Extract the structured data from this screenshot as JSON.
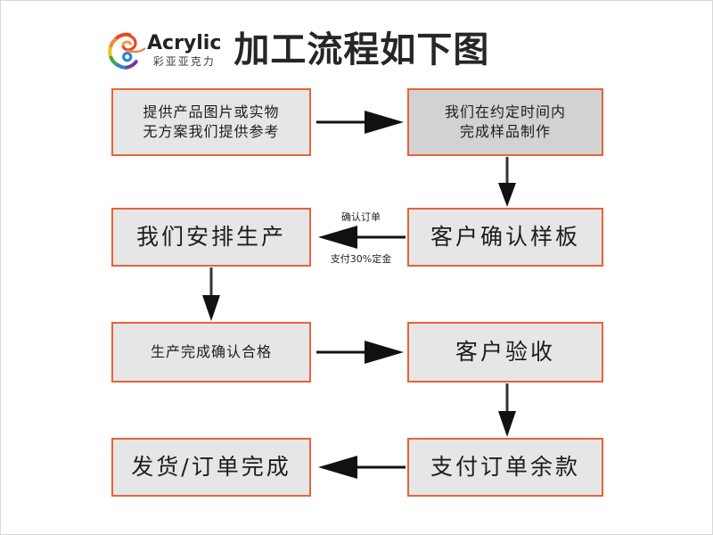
{
  "page": {
    "background": "#ffffff",
    "border_color": "#d8d8d8",
    "accent_color": "#e8633a",
    "node_fill": "#e6e6e6",
    "node_fill_alt": "#d2d2d2"
  },
  "header": {
    "logo_en": "Acrylic",
    "logo_cn": "彩亚亚克力",
    "logo_icon": "swirl-logo-icon",
    "title": "加工流程如下图"
  },
  "flow": {
    "nodes": [
      {
        "id": "node-1",
        "text": "提供产品图片或实物\n无方案我们提供参考",
        "fill": "#e6e6e6",
        "size": "small"
      },
      {
        "id": "node-2",
        "text": "我们在约定时间内\n完成样品制作",
        "fill": "#d2d2d2",
        "size": "small"
      },
      {
        "id": "node-3",
        "text": "客户确认样板",
        "fill": "#e6e6e6",
        "size": "big"
      },
      {
        "id": "node-4",
        "text": "我们安排生产",
        "fill": "#e6e6e6",
        "size": "big"
      },
      {
        "id": "node-5",
        "text": "生产完成确认合格",
        "fill": "#e6e6e6",
        "size": "small"
      },
      {
        "id": "node-6",
        "text": "客户验收",
        "fill": "#e6e6e6",
        "size": "big"
      },
      {
        "id": "node-7",
        "text": "支付订单余款",
        "fill": "#e6e6e6",
        "size": "big"
      },
      {
        "id": "node-8",
        "text": "发货/订单完成",
        "fill": "#e6e6e6",
        "size": "big"
      }
    ],
    "edges": [
      {
        "id": "edge-1-2",
        "direction": "right",
        "label_above": "",
        "label_below": ""
      },
      {
        "id": "edge-2-3",
        "direction": "down",
        "label_above": "",
        "label_below": ""
      },
      {
        "id": "edge-3-4",
        "direction": "left",
        "label_above": "确认订单",
        "label_below": "支付30%定金"
      },
      {
        "id": "edge-4-5",
        "direction": "down",
        "label_above": "",
        "label_below": ""
      },
      {
        "id": "edge-5-6",
        "direction": "right",
        "label_above": "",
        "label_below": ""
      },
      {
        "id": "edge-6-7",
        "direction": "down",
        "label_above": "",
        "label_below": ""
      },
      {
        "id": "edge-7-8",
        "direction": "left",
        "label_above": "",
        "label_below": ""
      }
    ]
  }
}
